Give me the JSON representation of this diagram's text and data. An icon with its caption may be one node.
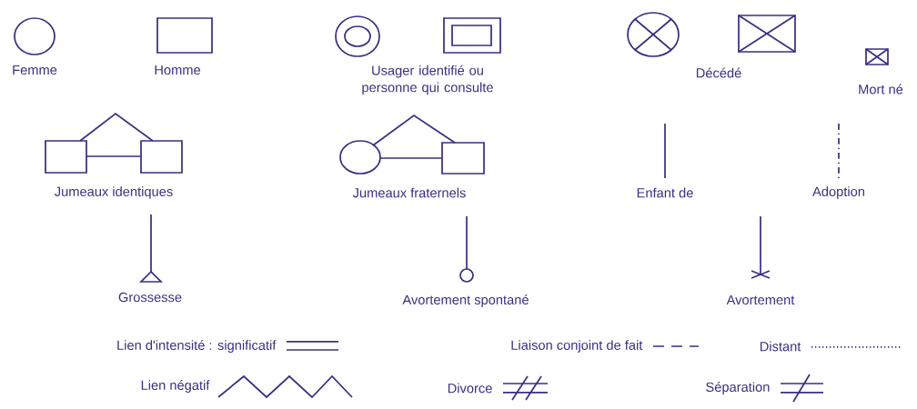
{
  "diagram": {
    "labels": [
      "Femme",
      "Homme",
      "Usager identifié ou personne qui consulte",
      "Décédé",
      "Mort né",
      "Jumeaux identiques",
      "Jumeaux fraternels",
      "Enfant de",
      "Adoption",
      "Grossesse",
      "Avortement spontané",
      "Avortement",
      "Lien d'intensité : significatif",
      "Liaison conjoint de fait",
      "Distant",
      "Lien négatif",
      "Divorce",
      "Séparation"
    ]
  }
}
